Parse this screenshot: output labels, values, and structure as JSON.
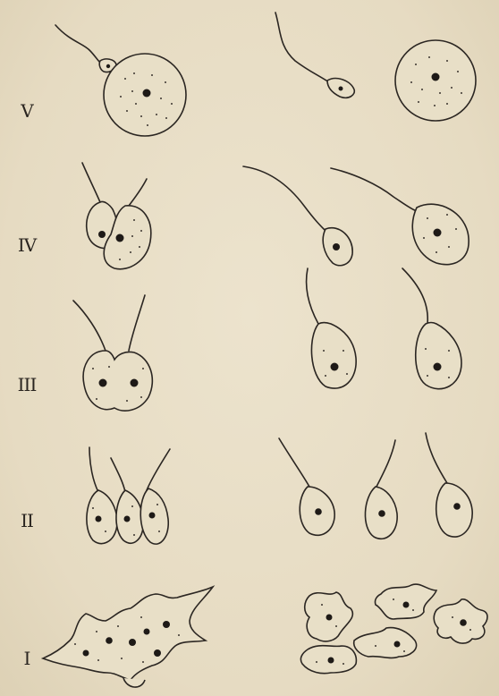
{
  "plate": {
    "rows": [
      {
        "id": "V",
        "label": "V"
      },
      {
        "id": "IV",
        "label": "IV"
      },
      {
        "id": "III",
        "label": "III"
      },
      {
        "id": "II",
        "label": "II"
      },
      {
        "id": "I",
        "label": "I"
      }
    ]
  },
  "colors": {
    "paper": "#e9dfc8",
    "ink": "#2b2622"
  }
}
